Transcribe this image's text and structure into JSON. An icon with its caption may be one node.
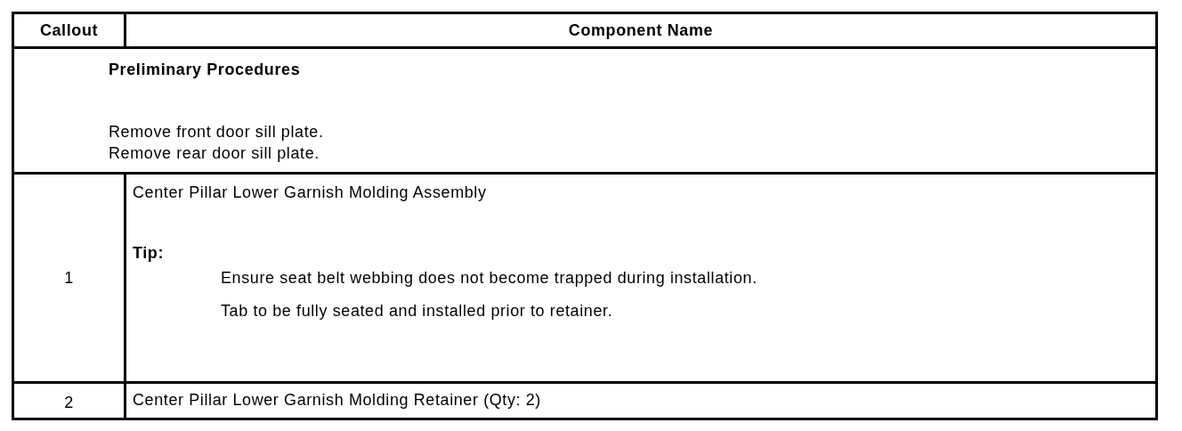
{
  "diagram": {
    "labels": [
      "Callout",
      "Component Name",
      "Preliminary Procedures",
      "Remove front door sill plate.",
      "Remove rear door sill plate.",
      "1",
      "Center Pillar Lower Garnish Molding Assembly",
      "Tip:",
      "Ensure seat belt webbing does not become trapped during installation.",
      "Tab to be fully seated and installed prior to retainer.",
      "2",
      "Center Pillar Lower Garnish Molding Retainer (Qty: 2)"
    ]
  }
}
